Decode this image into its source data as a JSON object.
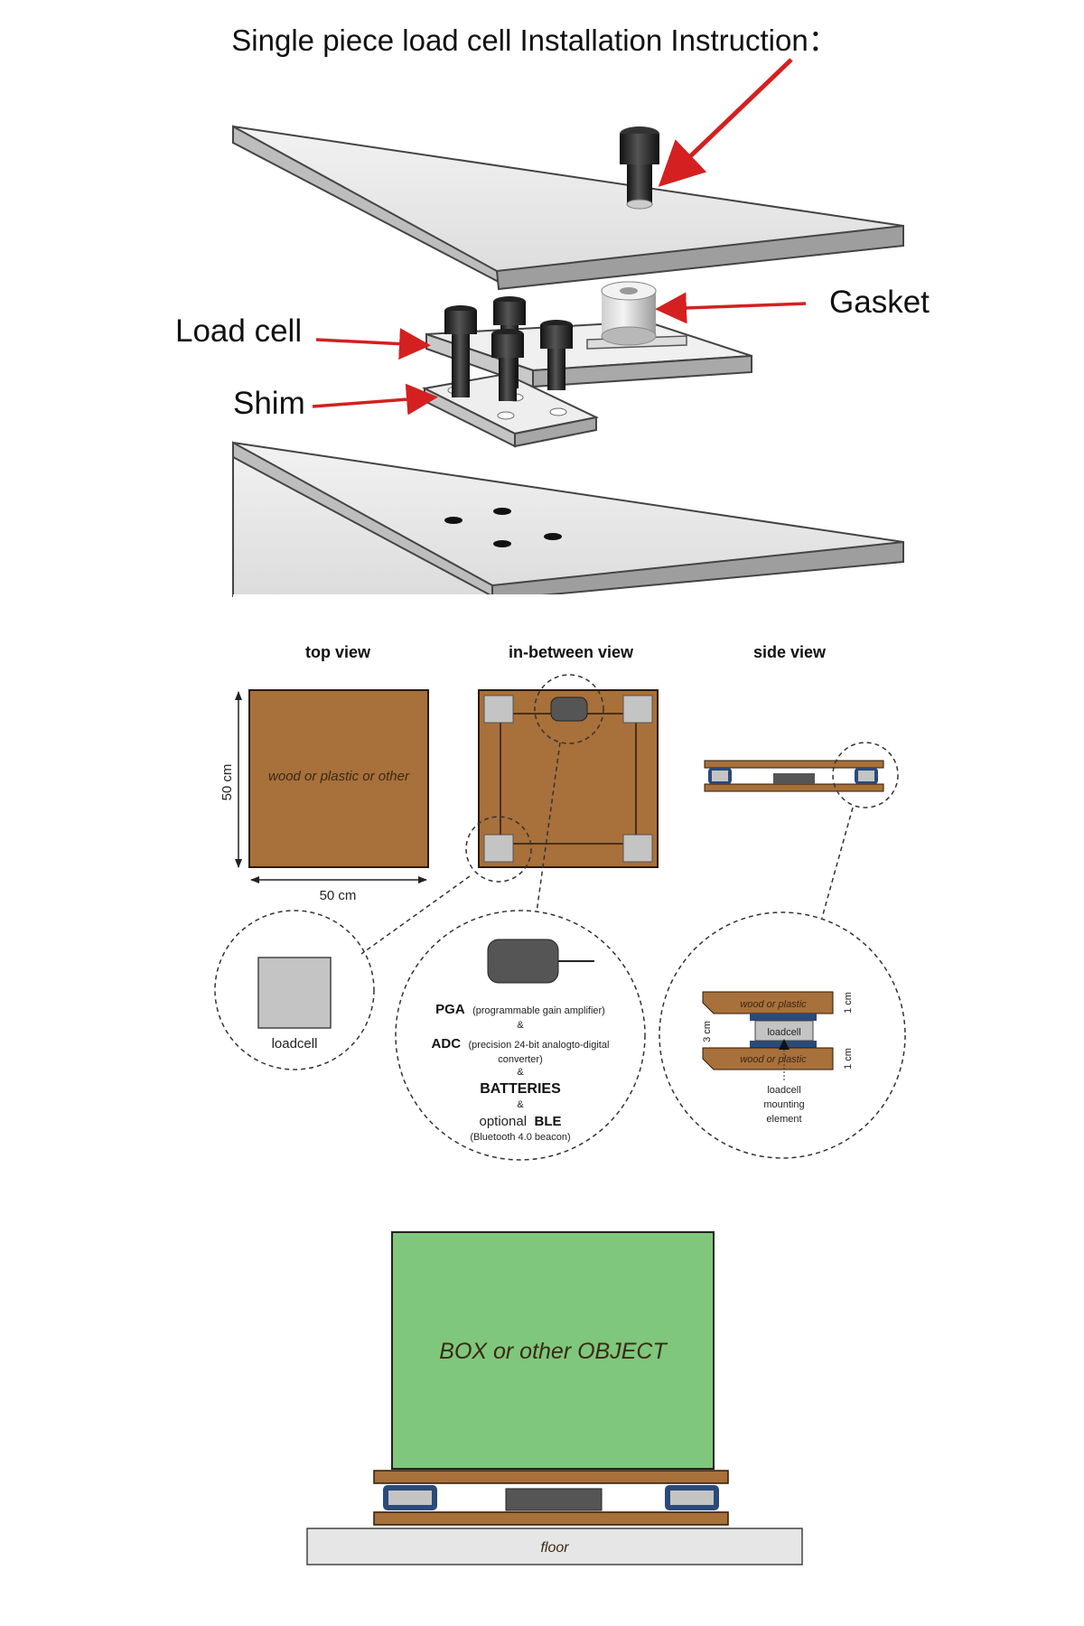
{
  "install": {
    "title": "Single piece load cell Installation Instruction：",
    "labels": {
      "load_cell": "Load cell",
      "shim": "Shim",
      "gasket": "Gasket"
    }
  },
  "views": {
    "top_view": "top view",
    "in_between_view": "in-between view",
    "side_view": "side view",
    "board_text": "wood or plastic or other",
    "dim_height": "50 cm",
    "dim_width": "50 cm"
  },
  "details": {
    "loadcell_label": "loadcell",
    "pga": "PGA",
    "pga_desc": "(programmable gain amplifier)",
    "amp1": "&",
    "adc": "ADC",
    "adc_desc": "(precision 24-bit analogto-digital",
    "adc_desc2": "converter)",
    "amp2": "&",
    "batteries": "BATTERIES",
    "amp3": "&",
    "optional": "optional",
    "ble": "BLE",
    "ble_desc": "(Bluetooth 4.0 beacon)",
    "side_top_board": "wood or plastic",
    "side_loadcell": "loadcell",
    "side_bottom_board": "wood or plastic",
    "dim_1cm_top": "1 cm",
    "dim_3cm": "3 cm",
    "dim_1cm_bottom": "1 cm",
    "mounting_1": "loadcell",
    "mounting_2": "mounting",
    "mounting_3": "element"
  },
  "scene": {
    "box_label": "BOX or other OBJECT",
    "floor_label": "floor"
  },
  "colors": {
    "wood": "#a8703a",
    "box_green": "#7fc77d",
    "arrow_red": "#d42020",
    "loadcell_grey": "#c4c4c4",
    "spacer_blue": "#2a4a7a"
  }
}
